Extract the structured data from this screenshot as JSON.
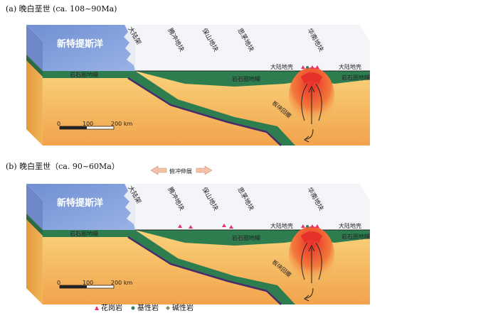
{
  "panels": [
    {
      "caption": "(a) 晚白垩世 (ca. 108~90Ma)",
      "ocean": "新特提斯洋",
      "margin_block": "大陆架",
      "blocks": [
        "腾冲地块",
        "保山地块",
        "思茅地块",
        "华南地块"
      ],
      "continental_crust_left": "大陆地壳",
      "continental_crust_right": "大陆地壳",
      "mantle_left": "岩石圈地幔",
      "mantle_right": "岩石圈地幔",
      "slab": "板块回撤",
      "scale": {
        "zero": "0",
        "mid": "100",
        "end": "200 km"
      }
    },
    {
      "caption": "(b) 晚白垩世（ca. 90~60Ma）",
      "extension": "俯冲伸展",
      "ocean": "新特提斯洋",
      "margin_block": "大陆架",
      "blocks": [
        "腾冲地块",
        "保山地块",
        "思茅地块",
        "华南地块"
      ],
      "continental_crust_left": "大陆地壳",
      "continental_crust_right": "大陆地壳",
      "mantle_left": "岩石圈地幔",
      "mantle_right": "岩石圈地幔",
      "slab": "板块回撤",
      "scale": {
        "zero": "0",
        "mid": "100",
        "end": "200 km"
      }
    }
  ],
  "legend": [
    {
      "label": "花岗岩",
      "color": "#e8336b"
    },
    {
      "label": "基性岩",
      "color": "#3a7d5a"
    },
    {
      "label": "碱性岩",
      "color": "#8a8a6a"
    }
  ],
  "colors": {
    "ocean": "#7c9ad6",
    "lithosphere": "#2e7d4f",
    "asthenosphere_top": "#f7c96a",
    "asthenosphere_bottom": "#f2a24a",
    "slab_edge": "#4a2a6a",
    "magma": "#e8402a"
  }
}
